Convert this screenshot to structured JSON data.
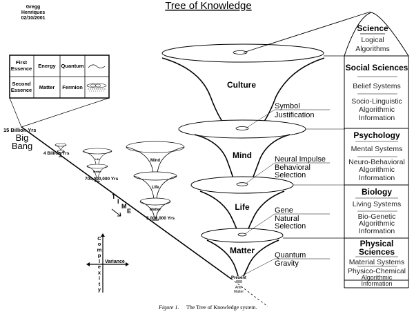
{
  "title": "Tree of Knowledge",
  "author": {
    "name_line1": "Gregg",
    "name_line2": "Henriques",
    "date": "02/10/2001"
  },
  "essence_table": {
    "rows": [
      {
        "label_line1": "First",
        "label_line2": "Essence",
        "substance": "Energy",
        "unit": "Quantum",
        "icon": "wave-icon"
      },
      {
        "label_line1": "Second",
        "label_line2": "Essence",
        "substance": "Matter",
        "unit": "Fermion",
        "icon": "atom-orbit-icon"
      }
    ]
  },
  "timeline": {
    "big_bang_time": "15 Billion Yrs",
    "big_bang_line1": "Big",
    "big_bang_line2": "Bang",
    "t1": "4 Billion Yrs",
    "t2": "700,000,000 Yrs",
    "t3": "5,000,000 Yrs",
    "time_letters": [
      "T",
      "I",
      "M",
      "E"
    ],
    "present": "Present",
    "anti_matter_line1": "Anti-",
    "anti_matter_line2": "Matter"
  },
  "small_cones": {
    "first": "Life",
    "second": "Matter",
    "mid_life": "Life",
    "mid_matter": "Matter",
    "mid_mind": "Mind"
  },
  "cones": [
    {
      "name": "Culture"
    },
    {
      "name": "Mind"
    },
    {
      "name": "Life"
    },
    {
      "name": "Matter"
    }
  ],
  "joint_points": [
    {
      "line1": "Symbol",
      "line2": "Justification",
      "line3": ""
    },
    {
      "line1": "Neural Impulse",
      "line2": "Behavioral",
      "line3": "Selection"
    },
    {
      "line1": "Gene",
      "line2": "Natural",
      "line3": "Selection"
    },
    {
      "line1": "Quantum",
      "line2": "Gravity",
      "line3": ""
    }
  ],
  "panels": {
    "science": {
      "head": "Science",
      "l1": "Logical",
      "l2": "Algorithms"
    },
    "social": {
      "head": "Social Sciences",
      "l1": "Belief Systems",
      "l2": "Socio-Linguistic",
      "l3": "Algorithmic",
      "l4": "Information"
    },
    "psychology": {
      "head": "Psychology",
      "l1": "Mental Systems",
      "l2": "Neuro-Behavioral",
      "l3": "Algorithmic",
      "l4": "Information"
    },
    "biology": {
      "head": "Biology",
      "l1": "Living Systems",
      "l2": "Bio-Genetic",
      "l3": "Algorithmic",
      "l4": "Information"
    },
    "physical": {
      "head1": "Physical",
      "head2": "Sciences",
      "l1": "Material Systems",
      "l2": "Physico-Chemical",
      "l3": "Algorithmic",
      "l4": "Information"
    }
  },
  "axes": {
    "vertical": [
      "C",
      "o",
      "m",
      "p",
      "l",
      "e",
      "x",
      "i",
      "t",
      "y"
    ],
    "horizontal": "Variance"
  },
  "caption": {
    "label": "Figure 1.",
    "text": "The Tree of Knowledge system."
  }
}
